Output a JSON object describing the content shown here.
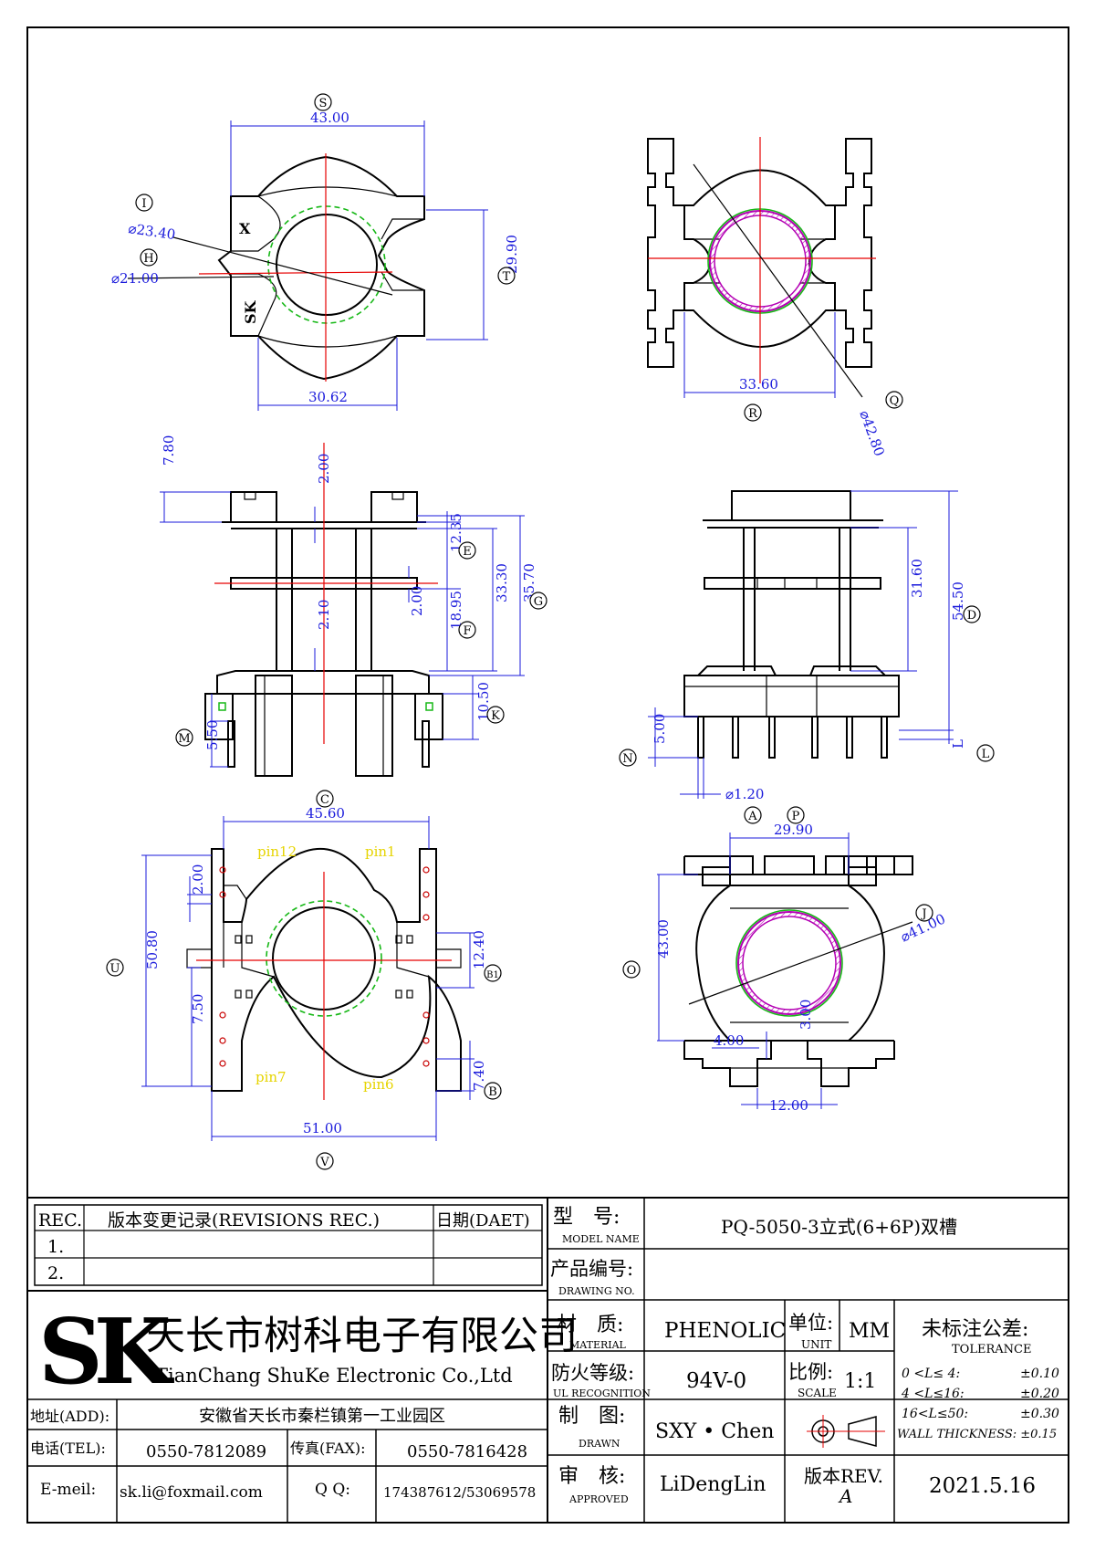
{
  "dims": {
    "s": "43.00",
    "t": "29.90",
    "bottom_width": "30.62",
    "d_i": "⌀23.40",
    "d_h": "⌀21.00",
    "r": "33.60",
    "q": "⌀42.80",
    "top_h": "7.80",
    "gap": "2.00",
    "e": "12.35",
    "f": "18.95",
    "g1": "33.30",
    "g2": "35.70",
    "mid": "2.00",
    "b21": "2.10",
    "k": "10.50",
    "m": "5.50",
    "d": "54.50",
    "h2": "31.60",
    "n": "5.00",
    "pin_d": "⌀1.20",
    "c": "45.60",
    "u": "50.80",
    "pitch": "2.00",
    "b1": "12.40",
    "side": "7.50",
    "b2": "7.40",
    "v": "51.00",
    "p": "29.90",
    "o": "43.00",
    "j": "⌀41.00",
    "w4": "4.00",
    "w3": "3.00",
    "w12": "12.00"
  },
  "markers": {
    "S": "S",
    "T": "T",
    "I": "I",
    "H": "H",
    "R": "R",
    "Q": "Q",
    "E": "E",
    "F": "F",
    "G": "G",
    "K": "K",
    "M": "M",
    "D": "D",
    "L": "L",
    "N": "N",
    "A": "A",
    "C": "C",
    "P": "P",
    "U": "U",
    "B1": "B1",
    "B": "B",
    "V": "V",
    "O": "O",
    "J": "J"
  },
  "misc": {
    "L": "L",
    "x_mark": "X",
    "sk_mark": "SK"
  },
  "pins": {
    "p12": "pin12",
    "p1": "pin1",
    "p7": "pin7",
    "p6": "pin6"
  },
  "title_block": {
    "rev": "REC.",
    "rev_rec": "版本变更记录(REVISIONS REC.)",
    "date": "日期(DAET)",
    "row1": "1.",
    "row2": "2.",
    "model_cn": "型　号:",
    "model_en": "MODEL NAME",
    "model_val": "PQ-5050-3立式(6+6P)双槽",
    "drawing_cn": "产品编号:",
    "drawing_en": "DRAWING NO.",
    "company_cn": "天长市树科电子有限公司",
    "company_en": "TianChang ShuKe Electronic Co.,Ltd",
    "logo": "SK",
    "material_cn": "材　质:",
    "material_en": "MATERIAL",
    "material_val": "PHENOLIC",
    "unit_cn": "单位:",
    "unit_en": "UNIT",
    "unit_val": "MM",
    "tol_cn": "未标注公差:",
    "tol_en": "TOLERANCE",
    "fire_cn": "防火等级:",
    "fire_en": "UL RECOGNITION",
    "fire_val": "94V-0",
    "scale_cn": "比例:",
    "scale_en": "SCALE",
    "scale_val": "1:1",
    "tol1a": "0 <L≤ 4:",
    "tol1b": "±0.10",
    "tol2a": "4 <L≤16:",
    "tol2b": "±0.20",
    "tol3a": "16<L≤50:",
    "tol3b": "±0.30",
    "wall": "WALL THICKNESS: ±0.15",
    "addr_lbl": "地址(ADD):",
    "addr_val": "安徽省天长市秦栏镇第一工业园区",
    "drawn_cn": "制　图:",
    "drawn_en": "DRAWN",
    "drawn_val": "SXY • Chen",
    "tel_lbl": "电话(TEL):",
    "tel_val": "0550-7812089",
    "fax_lbl": "传真(FAX):",
    "fax_val": "0550-7816428",
    "email_lbl": "E-meil:",
    "email_val": "sk.li@foxmail.com",
    "qq_lbl": "Q Q:",
    "qq_val": "174387612/53069578",
    "appr_cn": "审　核:",
    "appr_en": "APPROVED",
    "appr_val": "LiDengLin",
    "rev_cn": "版本REV.",
    "rev_val": "A",
    "date_val": "2021.5.16"
  }
}
